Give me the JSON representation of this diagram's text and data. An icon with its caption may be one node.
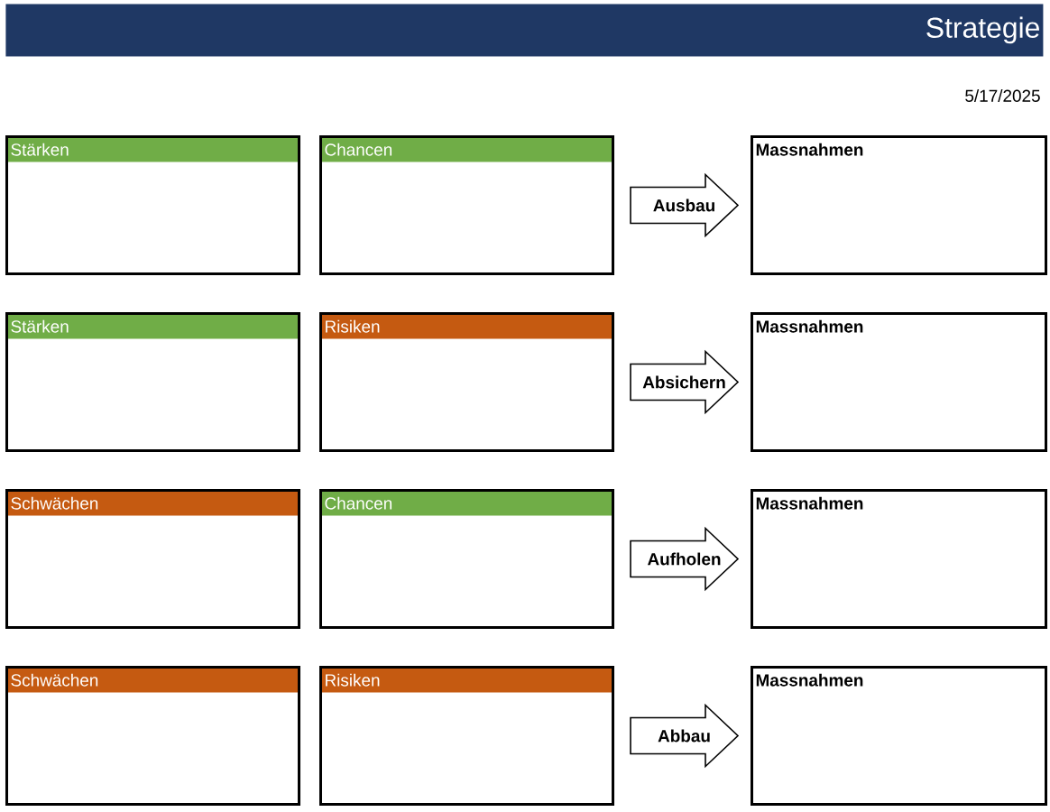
{
  "diagram": {
    "title": "Strategie",
    "nodes": [
      {
        "text": [
          "Stärken"
        ]
      },
      {
        "text": [
          "Chancen"
        ]
      },
      {
        "text": [
          "Massnahmen"
        ]
      },
      {
        "text": [
          "Stärken"
        ]
      },
      {
        "text": [
          "Risiken"
        ]
      },
      {
        "text": [
          "Massnahmen"
        ]
      },
      {
        "text": [
          "Schwächen"
        ]
      },
      {
        "text": [
          "Chancen"
        ]
      },
      {
        "text": [
          "Massnahmen"
        ]
      },
      {
        "text": [
          "Schwächen"
        ]
      },
      {
        "text": [
          "Risiken"
        ]
      },
      {
        "text": [
          "Massnahmen"
        ]
      }
    ],
    "edges": [
      {
        "from": 1,
        "to": 2,
        "arrow": "to",
        "label": "Ausbau"
      },
      {
        "from": 4,
        "to": 5,
        "arrow": "to",
        "label": "Absichern"
      },
      {
        "from": 7,
        "to": 8,
        "arrow": "to",
        "label": "Aufholen"
      },
      {
        "from": 10,
        "to": 11,
        "arrow": "to",
        "label": "Abbau"
      }
    ],
    "labels": [
      "5/17/2025"
    ]
  }
}
